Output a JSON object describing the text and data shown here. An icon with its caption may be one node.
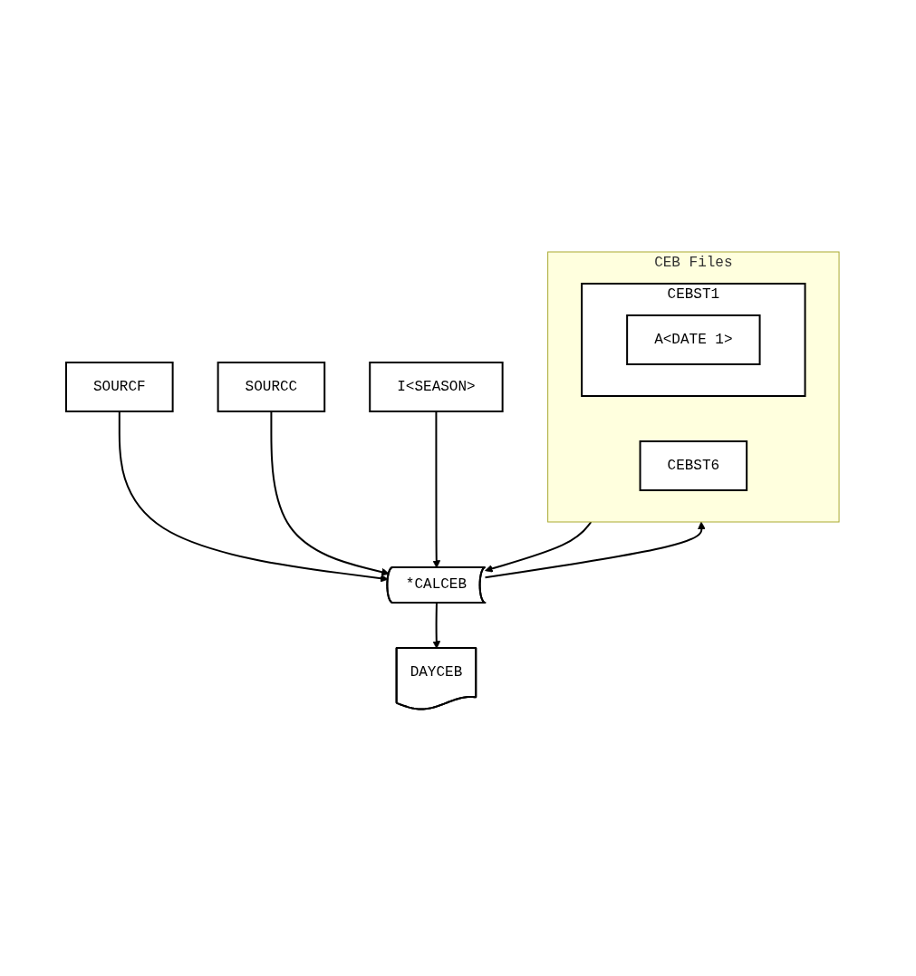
{
  "diagram": {
    "nodes": [
      {
        "text": [
          "CEB Files"
        ]
      },
      {
        "text": [
          "CEBST1"
        ],
        "in": 0
      },
      {
        "text": [
          "A<DATE 1>"
        ],
        "in": 1
      },
      {
        "text": [
          "CEBST6"
        ],
        "in": 0
      },
      {
        "text": [
          "SOURCF"
        ]
      },
      {
        "text": [
          "SOURCC"
        ]
      },
      {
        "text": [
          "*CALCEB"
        ]
      },
      {
        "text": [
          "I<SEASON>"
        ]
      },
      {
        "text": [
          "DAYCEB"
        ]
      }
    ],
    "edges": [
      {
        "from": 0,
        "to": 6,
        "arrow": "to"
      },
      {
        "from": 6,
        "to": 0,
        "arrow": "to"
      },
      {
        "from": 4,
        "to": 6,
        "arrow": "to"
      },
      {
        "from": 5,
        "to": 6,
        "arrow": "to"
      },
      {
        "from": 7,
        "to": 6,
        "arrow": "to"
      },
      {
        "from": 6,
        "to": 8,
        "arrow": "to"
      }
    ]
  }
}
